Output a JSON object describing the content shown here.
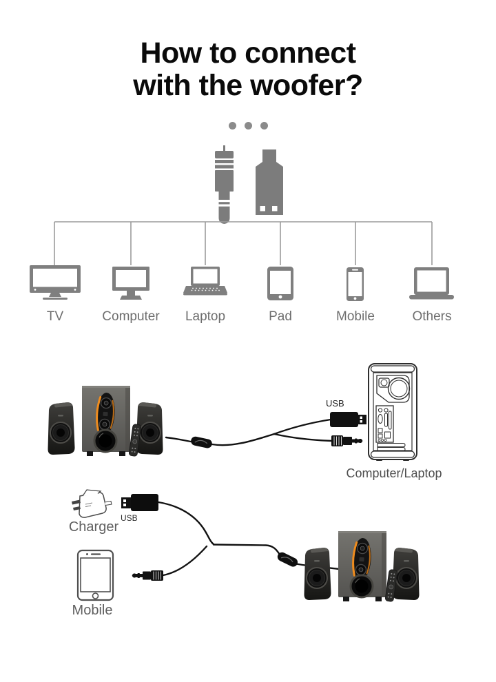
{
  "title": {
    "line1": "How to connect",
    "line2": "with the woofer?"
  },
  "tree": {
    "devices": [
      {
        "label": "TV"
      },
      {
        "label": "Computer"
      },
      {
        "label": "Laptop"
      },
      {
        "label": "Pad"
      },
      {
        "label": "Mobile"
      },
      {
        "label": "Others"
      }
    ]
  },
  "computer_section": {
    "usb_label": "USB",
    "device_label": "Computer/Laptop"
  },
  "mobile_section": {
    "charger_label": "Charger",
    "usb_label": "USB",
    "mobile_label": "Mobile"
  },
  "icons": {
    "divider": "three-dots",
    "audio_jack": "aux-jack-icon",
    "usb_plug": "usb-plug-icon",
    "tv": "tv-icon",
    "computer": "computer-monitor-icon",
    "laptop": "laptop-icon",
    "pad": "tablet-icon",
    "mobile": "phone-icon",
    "others": "laptop-generic-icon",
    "speaker_system": "speaker-set-2.1",
    "pc_tower": "pc-tower-rear-drawing",
    "charger": "wall-charger-drawing",
    "phone_drawing": "smartphone-drawing",
    "inline_control": "inline-volume-control"
  },
  "colors": {
    "title": "#0a0a0a",
    "icon_gray": "#7f7f7f",
    "line_gray": "#9b9b9b",
    "label_gray": "#6e6e6e",
    "cable_black": "#121212",
    "accent_orange": "#ef8c1e"
  }
}
